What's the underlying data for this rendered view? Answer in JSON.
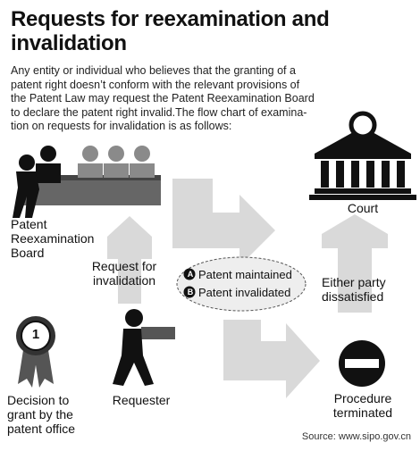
{
  "title_lines": [
    "Requests for reexamination and",
    "invalidation"
  ],
  "intro_lines": [
    "Any entity or individual who believes that the granting of a",
    "patent right doesn’t conform with the relevant provisions of",
    "the Patent Law may request the Patent Reexamination Board",
    "to declare the patent right invalid.The flow chart of examina-",
    "tion on requests for invalidation is as follows:"
  ],
  "board_label": [
    "Patent",
    "Reexamination",
    "Board"
  ],
  "court_label": "Court",
  "request_label": [
    "Request for",
    "invalidation"
  ],
  "dissatisfied_label": [
    "Either party",
    "dissatisfied"
  ],
  "outcomes": [
    {
      "marker": "A",
      "text": "Patent maintained"
    },
    {
      "marker": "B",
      "text": "Patent invalidated"
    }
  ],
  "decision_label": [
    "Decision to",
    "grant by the",
    "patent office"
  ],
  "medal_number": "1",
  "requester_label": "Requester",
  "terminated_label": [
    "Procedure",
    "terminated"
  ],
  "source": "Source: www.sipo.gov.cn",
  "colors": {
    "arrow": "#d9d9d9",
    "ink": "#111111",
    "ribbon": "#555555"
  }
}
